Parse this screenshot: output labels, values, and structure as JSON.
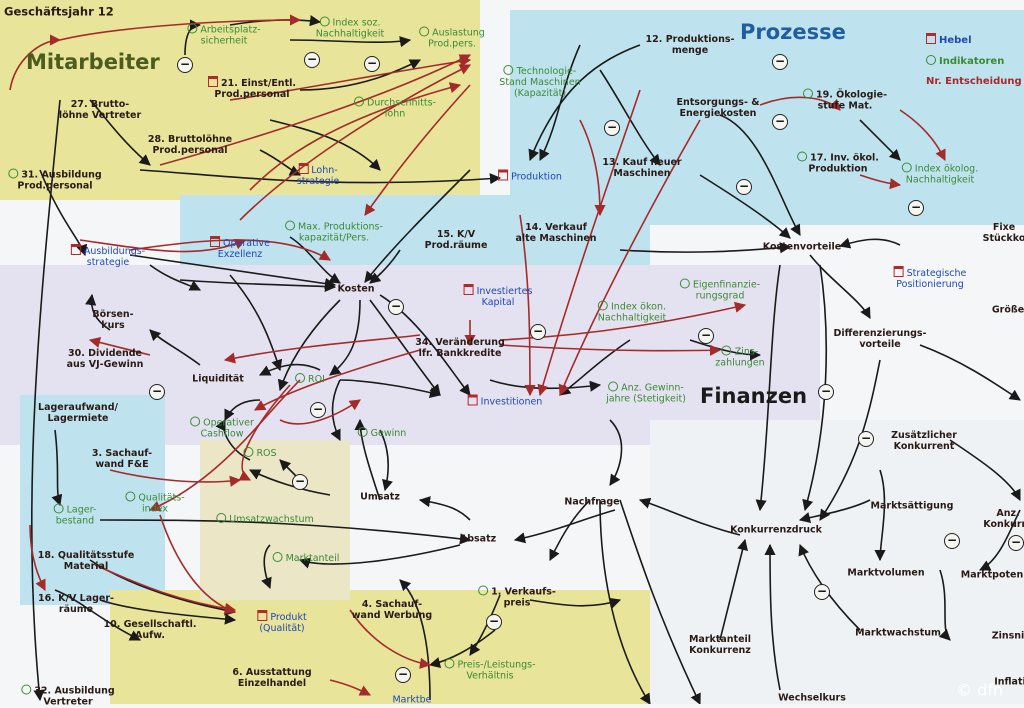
{
  "colors": {
    "dark": "#2a1a16",
    "green": "#3a8a35",
    "blue": "#1f48b5",
    "lever": "#b02a2a",
    "yellow": "#e8e49a",
    "cyan": "#bfe3ee",
    "lilac": "#e4e2f0"
  },
  "header": {
    "title": "Geschäftsjahr 12"
  },
  "regions": {
    "mitarbeiter": "Mitarbeiter",
    "prozesse": "Prozesse",
    "finanzen": "Finanzen"
  },
  "legend": {
    "lever": "Hebel",
    "indicator": "Indikatoren",
    "decision": "Nr. Entscheidung"
  },
  "watermark": "© dfn",
  "nodes": {
    "arbeitsplatz": [
      "Arbeitsplatz-",
      "sicherheit"
    ],
    "index_soz": [
      "Index soz.",
      "Nachhaltigkeit"
    ],
    "auslastung": [
      "Auslastung",
      "Prod.pers."
    ],
    "einst": [
      "21. Einst/Entl.",
      "Prod.personal"
    ],
    "technologie": [
      "Technologie-",
      "Stand Maschinen",
      "(Kapazität)"
    ],
    "durchschnitt": [
      "Durchschnitts-",
      "lohn"
    ],
    "produktionsmenge": [
      "12. Produktions-",
      "menge"
    ],
    "oekologie": [
      "19. Ökologie-",
      "stufe Mat."
    ],
    "brutto_vertreter": [
      "27. Brutto-",
      "löhne Vertreter"
    ],
    "entsorgung": [
      "Entsorgungs- &",
      "Energiekosten"
    ],
    "brutto_prod": [
      "28. Bruttolöhne",
      "Prod.personal"
    ],
    "ausbildung_prod": [
      "31. Ausbildung",
      "Prod.personal"
    ],
    "lohnstrategie": [
      "Lohn-",
      "strategie"
    ],
    "produktion": [
      "Produktion"
    ],
    "kauf_maschinen": [
      "13. Kauf neuer",
      "Maschinen"
    ],
    "inv_oekol": [
      "17. Inv. ökol.",
      "Produktion"
    ],
    "index_oekolog": [
      "Index ökolog.",
      "Nachhaltigkeit"
    ],
    "operative": [
      "Operative",
      "Exzellenz"
    ],
    "max_prod": [
      "Max. Produktions-",
      "kapazität/Pers."
    ],
    "kv_prod": [
      "15. K/V",
      "Prod.räume"
    ],
    "verkauf_alt": [
      "14. Verkauf",
      "alte Maschinen"
    ],
    "kostenvorteile": [
      "Kostenvorteile"
    ],
    "fixe": [
      "Fixe",
      "Stückko"
    ],
    "ausbildungsstrategie": [
      "Ausbildungs-",
      "strategie"
    ],
    "kosten": [
      "Kosten"
    ],
    "investiertes": [
      "Investiertes",
      "Kapital"
    ],
    "eigenfinanz": [
      "Eigenfinanzie-",
      "rungsgrad"
    ],
    "strategische": [
      "Strategische",
      "Positionierung"
    ],
    "groesse": [
      "Größe"
    ],
    "boersen": [
      "Börsen-",
      "kurs"
    ],
    "index_oekon": [
      "Index ökon.",
      "Nachhaltigkeit"
    ],
    "differenzierung": [
      "Differenzierungs-",
      "vorteile"
    ],
    "veraenderung": [
      "34. Veränderung",
      "lfr. Bankkredite"
    ],
    "zinszahlungen": [
      "Zins-",
      "zahlungen"
    ],
    "dividende": [
      "30. Dividende",
      "aus VJ-Gewinn"
    ],
    "liquiditaet": [
      "Liquidität"
    ],
    "roi": [
      "ROI"
    ],
    "investitionen": [
      "Investitionen"
    ],
    "gewinnjahre": [
      "Anz. Gewinn-",
      "jahre (Stetigkeit)"
    ],
    "lageraufwand": [
      "Lageraufwand/",
      "Lagermiete"
    ],
    "operativer_cf": [
      "Operativer",
      "Cashflow"
    ],
    "gewinn": [
      "Gewinn"
    ],
    "zusaetzlich": [
      "Zusätzlicher",
      "Konkurrent"
    ],
    "sachaufwand_fe": [
      "3. Sachauf-",
      "wand F&E"
    ],
    "ros": [
      "ROS"
    ],
    "qualitaetsindex": [
      "Qualitäts-",
      "index"
    ],
    "umsatz": [
      "Umsatz"
    ],
    "nachfrage": [
      "Nachfrage"
    ],
    "lagerbestand": [
      "Lager-",
      "bestand"
    ],
    "umsatzwachstum": [
      "Umsatzwachstum"
    ],
    "marktsaettigung": [
      "Marktsättigung"
    ],
    "konkurrenzdruck": [
      "Konkurrenzdruck"
    ],
    "anz_konkurrenten": [
      "Anz.",
      "Konkurre"
    ],
    "absatz": [
      "Absatz"
    ],
    "marktanteil": [
      "Marktanteil"
    ],
    "qualitaetsstufe": [
      "18. Qualitätsstufe",
      "Material"
    ],
    "marktvolumen": [
      "Marktvolumen"
    ],
    "marktpotenzial": [
      "Marktpoten"
    ],
    "verkaufspreis": [
      "1. Verkaufs-",
      "preis"
    ],
    "kv_lager": [
      "16. K/V Lager-",
      "räume"
    ],
    "sachaufwand_werbung": [
      "4. Sachauf-",
      "wand Werbung"
    ],
    "gesellschaft": [
      "10. Gesellschaftl.",
      "Aufw."
    ],
    "produkt": [
      "Produkt",
      "(Qualität)"
    ],
    "marktwachstum": [
      "Marktwachstum"
    ],
    "zinsniveau": [
      "Zinsni"
    ],
    "marktanteil_konk": [
      "Marktanteil",
      "Konkurrenz"
    ],
    "preis_leistung": [
      "Preis-/Leistungs-",
      "Verhältnis"
    ],
    "ausstattung": [
      "6. Ausstattung",
      "Einzelhandel"
    ],
    "ausbildung_vertreter": [
      "32. Ausbildung",
      "Vertreter"
    ],
    "marktbe": [
      "Marktbe"
    ],
    "wechselkurs": [
      "Wechselkurs"
    ],
    "inflation": [
      "Inflati"
    ]
  }
}
